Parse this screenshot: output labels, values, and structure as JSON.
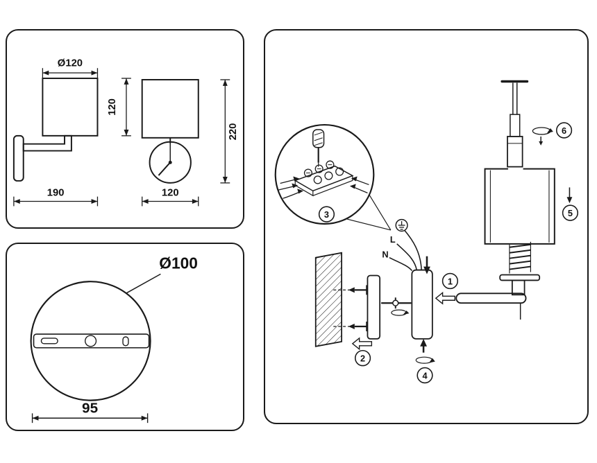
{
  "colors": {
    "background": "#ffffff",
    "line": "#1a1a1a"
  },
  "views_panel": {
    "front_view": {
      "shade_diameter": "Ø120",
      "shade_height": "120",
      "bracket_width": "190"
    },
    "side_view": {
      "total_height": "220",
      "base_width": "120"
    }
  },
  "plate_panel": {
    "plate_diameter": "Ø100",
    "slot_spacing": "95"
  },
  "install_panel": {
    "steps": [
      "1",
      "2",
      "3",
      "4",
      "5",
      "6"
    ],
    "wires": {
      "live": "L",
      "neutral": "N"
    }
  }
}
